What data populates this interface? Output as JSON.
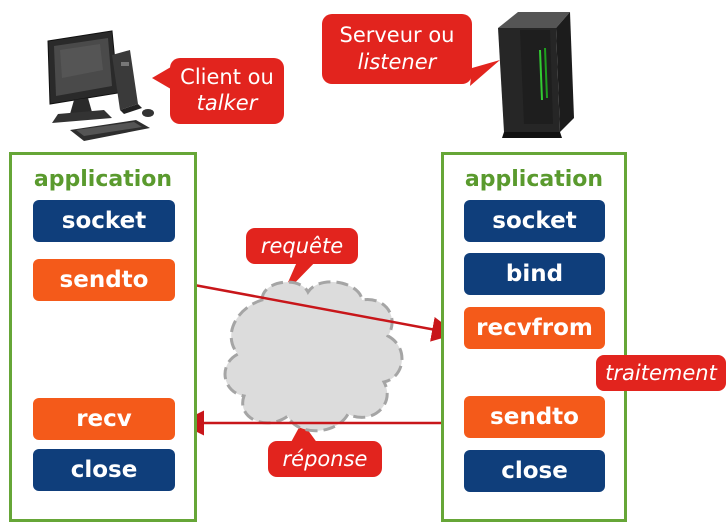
{
  "client": {
    "line1": "Client ou",
    "line2": "talker"
  },
  "server": {
    "line1": "Serveur ou",
    "line2": "listener"
  },
  "left_panel": {
    "title": "application",
    "buttons": [
      "socket",
      "sendto",
      "recv",
      "close"
    ]
  },
  "right_panel": {
    "title": "application",
    "buttons": [
      "socket",
      "bind",
      "recvfrom",
      "sendto",
      "close"
    ]
  },
  "labels": {
    "request": "requête",
    "processing": "traitement",
    "response": "réponse"
  },
  "colors": {
    "panel_border": "#66a637",
    "title_green": "#5a9a2e",
    "button_blue": "#0f3e7b",
    "button_orange": "#f45a1a",
    "bubble_red": "#e2241e",
    "arrow_red": "#c8161a",
    "cloud_fill": "#dcdcdc",
    "cloud_stroke": "#a5a5a5"
  }
}
